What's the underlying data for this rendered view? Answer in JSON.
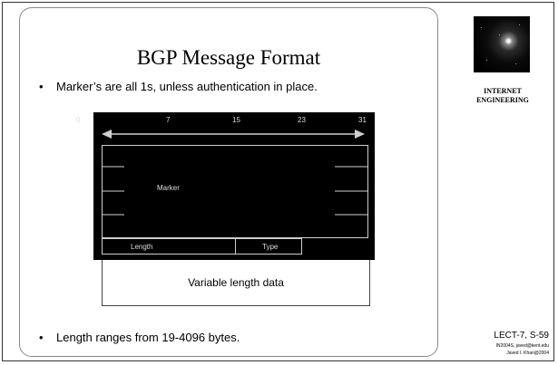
{
  "slide": {
    "title": "BGP Message Format",
    "bullets": [
      "Marker’s are all 1s, unless authentication in place.",
      "Length ranges from 19-4096 bytes."
    ],
    "bullet_symbol": "•"
  },
  "diagram": {
    "bit_positions": [
      "0",
      "7",
      "15",
      "23",
      "31"
    ],
    "marker_label": "Marker",
    "length_label": "Length",
    "type_label": "Type",
    "variable_label": "Variable length data"
  },
  "sidebar": {
    "logo_caption_line1": "INTERNET",
    "logo_caption_line2": "ENGINEERING"
  },
  "footer": {
    "slide_ref": "LECT-7, S-59",
    "course_line": "IN2004S, javed@kent.edu",
    "author_line": "Javed I. Khan@2004"
  },
  "colors": {
    "diagram_background": "#000000",
    "diagram_lines": "#cfcfcf"
  }
}
